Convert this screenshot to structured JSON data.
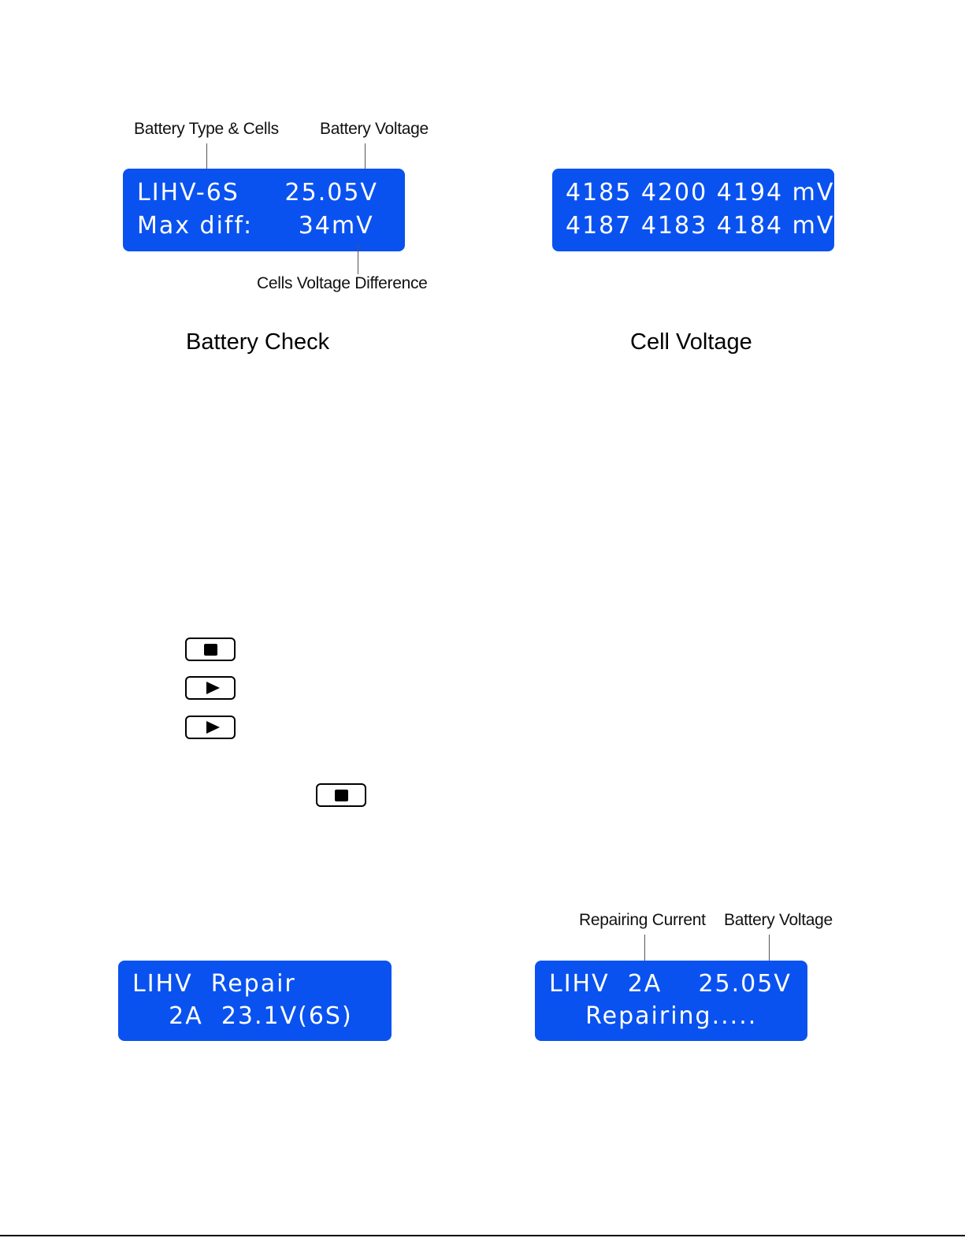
{
  "battery_check": {
    "callout_type": "Battery Type & Cells",
    "callout_voltage": "Battery Voltage",
    "callout_diff": "Cells Voltage Difference",
    "lcd_line1": "LIHV-6S     25.05V",
    "lcd_line2": "Max diff:     34mV",
    "caption": "Battery Check"
  },
  "cell_voltage": {
    "lcd_line1": "4185 4200 4194 mV",
    "lcd_line2": "4187 4183 4184 mV",
    "caption": "Cell Voltage"
  },
  "keys": [
    {
      "icon": "stop-square-icon"
    },
    {
      "icon": "play-triangle-icon"
    },
    {
      "icon": "play-triangle-icon"
    },
    {
      "icon": "stop-square-icon"
    }
  ],
  "repair_setup": {
    "lcd_line1": "LIHV  Repair",
    "lcd_line2": "    2A  23.1V(6S)"
  },
  "repairing": {
    "callout_current": "Repairing Current",
    "callout_voltage": "Battery Voltage",
    "lcd_line1": "LIHV  2A    25.05V",
    "lcd_line2": "    Repairing....."
  },
  "colors": {
    "lcd_background": "#0a52f0",
    "lcd_text": "#ffffff"
  }
}
